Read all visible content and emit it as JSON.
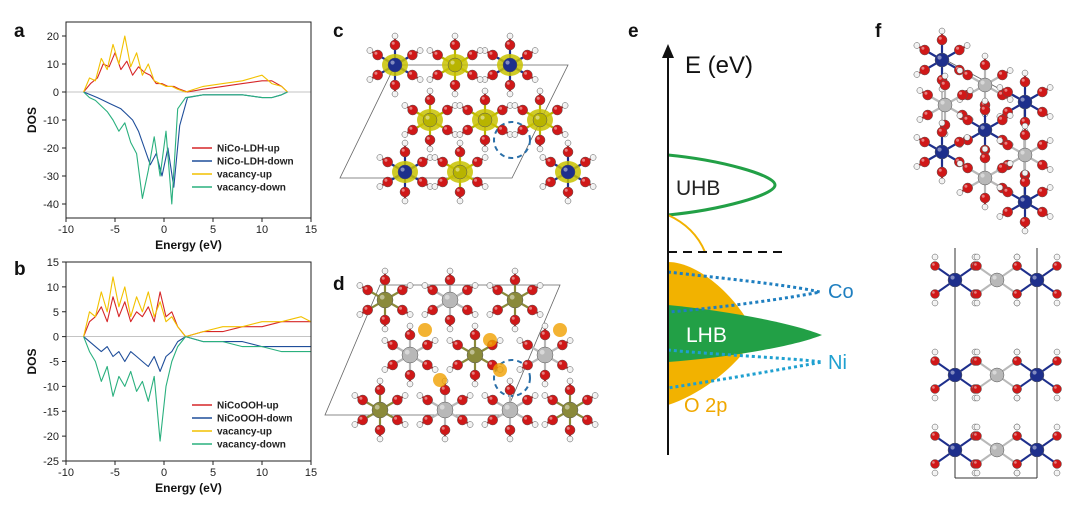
{
  "panel_letters": [
    "a",
    "b",
    "c",
    "d",
    "e",
    "f"
  ],
  "chart_data": [
    {
      "type": "line",
      "panel": "a",
      "xlabel": "Energy (eV)",
      "ylabel": "DOS",
      "xlim": [
        -10,
        15
      ],
      "ylim": [
        -45,
        25
      ],
      "xticks": [
        -10,
        -5,
        0,
        5,
        10,
        15
      ],
      "yticks": [
        20,
        10,
        0,
        -10,
        -20,
        -30,
        -40
      ],
      "legend_position": "right",
      "series": [
        {
          "name": "NiCo-LDH-up",
          "color": "#d62728",
          "x": [
            -8.2,
            -7.5,
            -6.8,
            -6.2,
            -5.6,
            -5.0,
            -4.4,
            -3.8,
            -3.2,
            -2.6,
            -2.0,
            -1.4,
            -0.8,
            -0.2,
            0.4,
            1.0,
            1.6,
            2.4,
            4,
            6,
            8,
            10,
            11,
            12,
            12.6
          ],
          "y": [
            0,
            3,
            5,
            10,
            9,
            14,
            8,
            11,
            6,
            9,
            7,
            6,
            3,
            3,
            2,
            2,
            1,
            0,
            1,
            2,
            3,
            4,
            4,
            2,
            0
          ]
        },
        {
          "name": "NiCo-LDH-down",
          "color": "#1f4e9a",
          "x": [
            -8.2,
            -7.5,
            -6.8,
            -6.2,
            -5.6,
            -5.0,
            -4.4,
            -3.8,
            -3.2,
            -2.6,
            -2.0,
            -1.4,
            -0.8,
            -0.2,
            0.4,
            1.0,
            1.6,
            2.4,
            4,
            6,
            8,
            10,
            11,
            12,
            12.6
          ],
          "y": [
            0,
            -1,
            -2,
            -3,
            -4,
            -5,
            -6,
            -8,
            -10,
            -14,
            -20,
            -26,
            -22,
            -30,
            -20,
            -34,
            -12,
            -2,
            -1,
            -1,
            -1,
            -2,
            -2,
            -1,
            0
          ]
        },
        {
          "name": "vacancy-up",
          "color": "#f2c100",
          "x": [
            -8.2,
            -7.6,
            -7.0,
            -6.4,
            -5.8,
            -5.2,
            -4.6,
            -4.0,
            -3.4,
            -2.8,
            -2.2,
            -1.6,
            -1.0,
            -0.4,
            0.2,
            0.8,
            1.4,
            2.2,
            4,
            6,
            8,
            10,
            11,
            12,
            12.6
          ],
          "y": [
            0,
            5,
            4,
            12,
            8,
            17,
            10,
            20,
            9,
            14,
            6,
            10,
            4,
            3,
            2,
            2,
            1,
            0,
            2,
            3,
            4,
            6,
            3,
            2,
            0
          ]
        },
        {
          "name": "vacancy-down",
          "color": "#2ab07e",
          "x": [
            -8.2,
            -7.6,
            -7.0,
            -6.4,
            -5.8,
            -5.2,
            -4.6,
            -4.0,
            -3.4,
            -2.8,
            -2.2,
            -1.6,
            -1.0,
            -0.4,
            0.2,
            0.8,
            1.4,
            2.2,
            4,
            6,
            8,
            10,
            11,
            12,
            12.6
          ],
          "y": [
            0,
            -2,
            -3,
            -5,
            -7,
            -10,
            -14,
            -11,
            -18,
            -22,
            -38,
            -28,
            -16,
            -30,
            -14,
            -40,
            -6,
            -2,
            -1,
            -1,
            -1,
            -2,
            -2,
            -1,
            0
          ]
        }
      ]
    },
    {
      "type": "line",
      "panel": "b",
      "xlabel": "Energy (eV)",
      "ylabel": "DOS",
      "xlim": [
        -10,
        15
      ],
      "ylim": [
        -25,
        15
      ],
      "xticks": [
        -10,
        -5,
        0,
        5,
        10,
        15
      ],
      "yticks": [
        15,
        10,
        5,
        0,
        -5,
        -10,
        -15,
        -20,
        -25
      ],
      "legend_position": "bottom-right",
      "series": [
        {
          "name": "NiCoOOH-up",
          "color": "#d62728",
          "x": [
            -8.2,
            -7.6,
            -7.0,
            -6.4,
            -5.8,
            -5.2,
            -4.6,
            -4.0,
            -3.4,
            -2.8,
            -2.2,
            -1.6,
            -1.0,
            -0.4,
            0.2,
            0.8,
            1.4,
            2.2,
            4,
            6,
            8,
            10,
            12,
            14,
            15
          ],
          "y": [
            0,
            3,
            4,
            6,
            3,
            8,
            4,
            7,
            3,
            5,
            4,
            6,
            3,
            9,
            4,
            5,
            2,
            0,
            1,
            1,
            2,
            2,
            3,
            3,
            3
          ]
        },
        {
          "name": "NiCoOOH-down",
          "color": "#1f4e9a",
          "x": [
            -8.2,
            -7.6,
            -7.0,
            -6.4,
            -5.8,
            -5.2,
            -4.6,
            -4.0,
            -3.4,
            -2.8,
            -2.2,
            -1.6,
            -1.0,
            -0.4,
            0.2,
            0.8,
            1.4,
            2.2,
            4,
            6,
            8,
            10,
            12,
            14,
            15
          ],
          "y": [
            0,
            -1,
            -2,
            -3,
            -2,
            -4,
            -3,
            -5,
            -3,
            -4,
            -5,
            -6,
            -4,
            -7,
            -4,
            -3,
            -1,
            0,
            -1,
            -1,
            -1,
            -2,
            -2,
            -2,
            -2
          ]
        },
        {
          "name": "vacancy-up",
          "color": "#f2c100",
          "x": [
            -8.2,
            -7.6,
            -7.0,
            -6.4,
            -5.8,
            -5.2,
            -4.6,
            -4.0,
            -3.4,
            -2.8,
            -2.2,
            -1.6,
            -1.0,
            -0.4,
            0.2,
            0.8,
            1.4,
            2.2,
            4,
            6,
            8,
            10,
            12,
            14,
            15
          ],
          "y": [
            0,
            5,
            4,
            9,
            5,
            12,
            6,
            10,
            4,
            8,
            5,
            9,
            4,
            7,
            3,
            4,
            2,
            0,
            1,
            2,
            2,
            3,
            3,
            4,
            3
          ]
        },
        {
          "name": "vacancy-down",
          "color": "#2ab07e",
          "x": [
            -8.2,
            -7.6,
            -7.0,
            -6.4,
            -5.8,
            -5.2,
            -4.6,
            -4.0,
            -3.4,
            -2.8,
            -2.2,
            -1.6,
            -1.0,
            -0.4,
            0.2,
            0.8,
            1.4,
            2.2,
            4,
            6,
            8,
            10,
            12,
            14,
            15
          ],
          "y": [
            0,
            -3,
            -5,
            -9,
            -6,
            -12,
            -8,
            -10,
            -7,
            -11,
            -9,
            -13,
            -8,
            -21,
            -10,
            -5,
            -2,
            0,
            -1,
            -1,
            -2,
            -2,
            -3,
            -3,
            -3
          ]
        }
      ]
    }
  ],
  "panel_e": {
    "axis_label": "E (eV)",
    "bands": [
      {
        "label": "UHB",
        "color": "#22a046"
      },
      {
        "label": "LHB",
        "color": "#22a046"
      }
    ],
    "orbital_labels": [
      {
        "label": "Co",
        "color": "#1f7fc0"
      },
      {
        "label": "Ni",
        "color": "#1fa0d0"
      },
      {
        "label": "O 2p",
        "color": "#f0a800"
      }
    ]
  },
  "colors": {
    "oxygen": "#d01818",
    "hydrogen": "#f2f2f2",
    "cobalt": "#1e2f8c",
    "nickel": "#b8b8b8",
    "charge_density": "#c8c200"
  }
}
